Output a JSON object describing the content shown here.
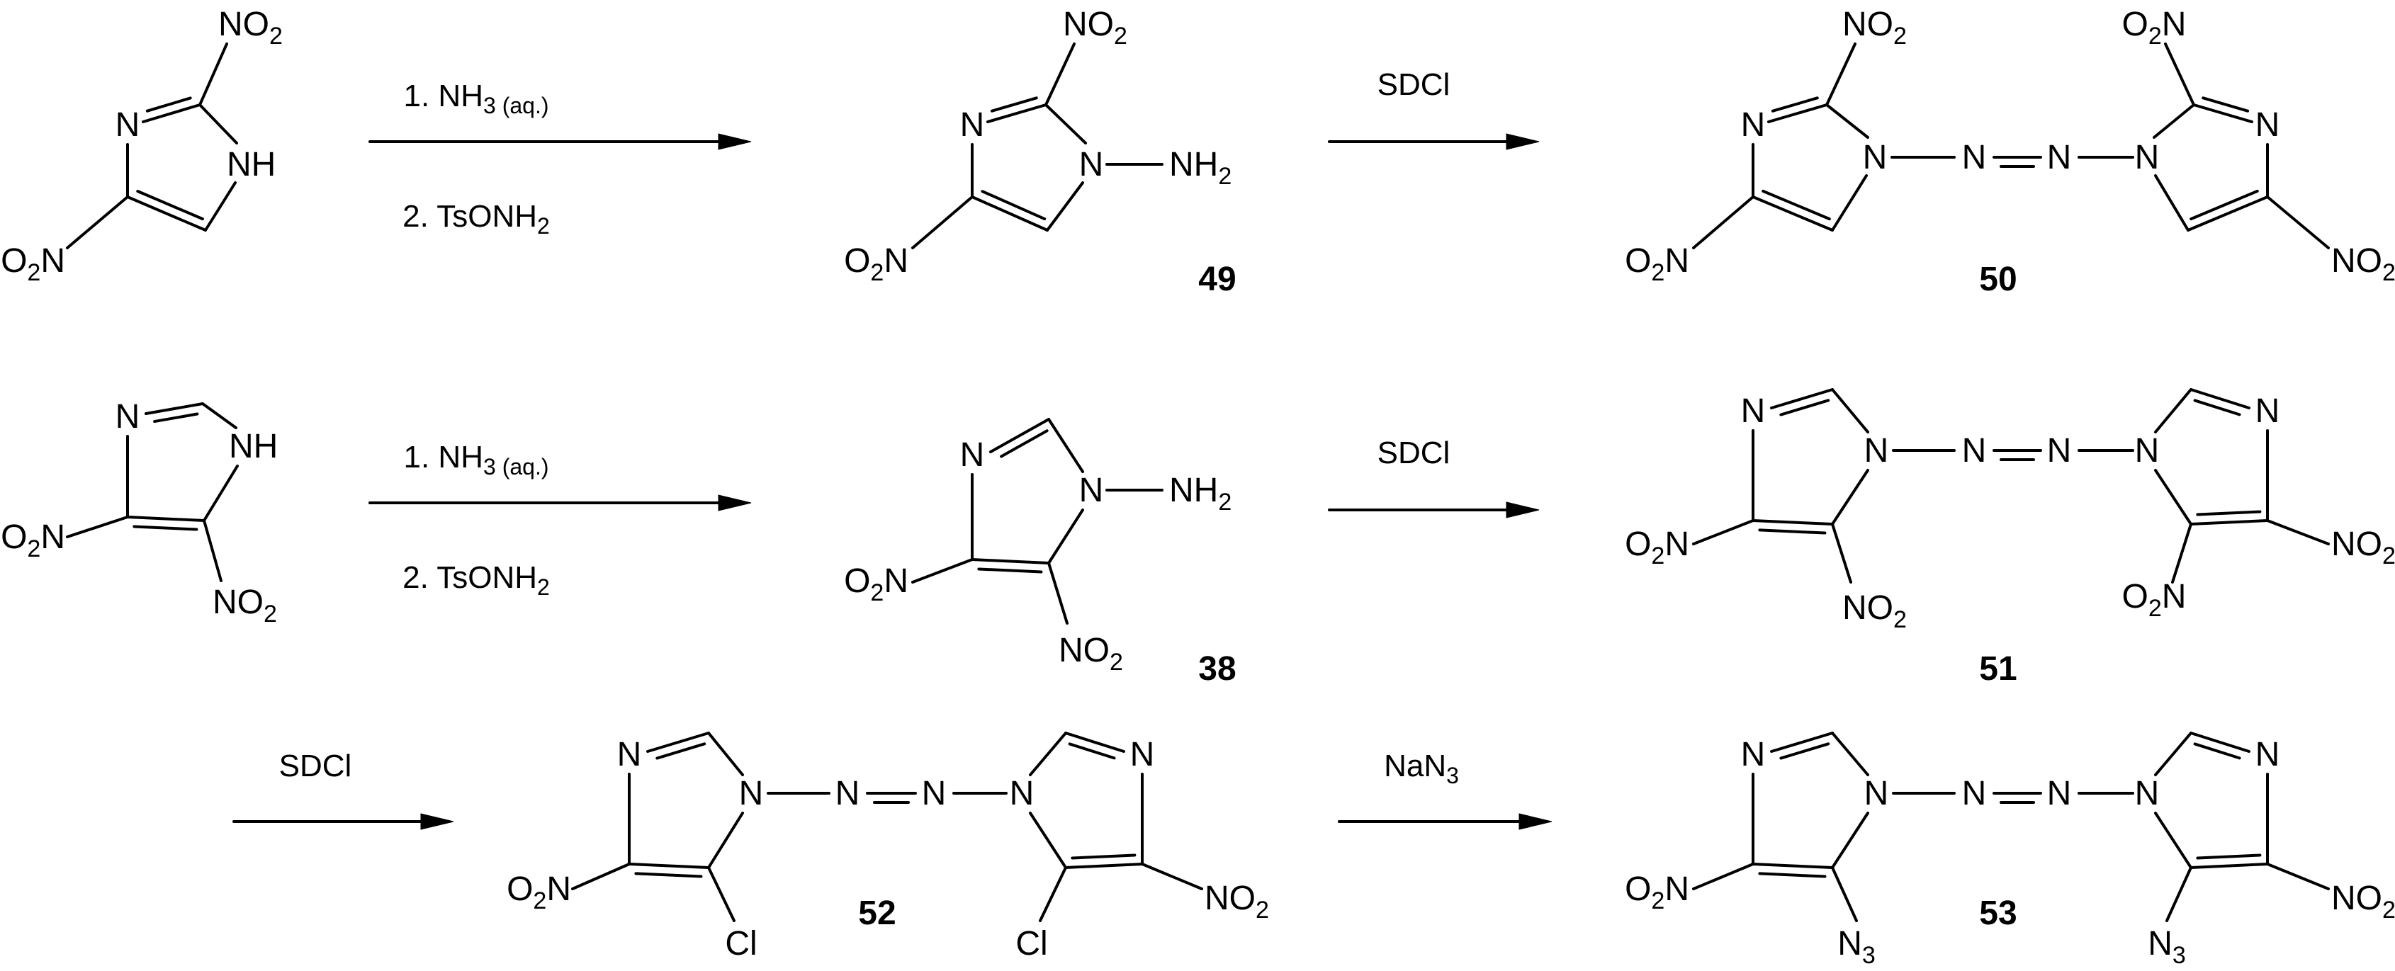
{
  "atoms": {
    "N": "N",
    "NH": "NH",
    "NO2_base": "NO",
    "O2N_O": "O",
    "O2N_N": "N",
    "sub2": "2",
    "NH2_base": "NH",
    "Cl": "Cl",
    "N3_base": "N",
    "sub3": "3"
  },
  "compounds": {
    "c49": "49",
    "c50": "50",
    "c38": "38",
    "c51": "51",
    "c52": "52",
    "c53": "53"
  },
  "conditions": {
    "step1_line1_prefix": "1. NH",
    "step1_line1_sub": "3",
    "step1_line1_suffix": "(aq.)",
    "step1_line2_prefix": "2. TsONH",
    "step1_line2_sub": "2",
    "sdcl": "SDCl",
    "nan3_base": "NaN",
    "nan3_sub": "3"
  }
}
